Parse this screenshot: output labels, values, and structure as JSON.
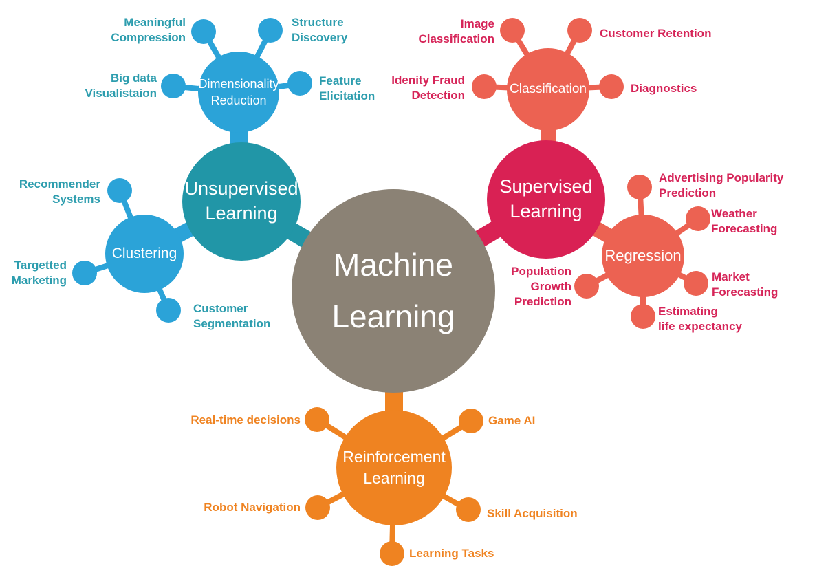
{
  "colors": {
    "center_circle": "#8b8275",
    "unsupervised_teal": "#2196a7",
    "sub_blue": "#2ba3d8",
    "supervised_crimson": "#d92154",
    "sub_coral": "#ec6252",
    "reinforcement_orange": "#ef8321",
    "background": "#ffffff",
    "node_text": "#ffffff"
  },
  "center": {
    "label": "Machine\nLearning"
  },
  "unsupervised": {
    "label": "Unsupervised\nLearning",
    "dimensionality_reduction": {
      "label": "Dimensionality\nReduction",
      "satellites": {
        "meaningful_compression": "Meaningful\nCompression",
        "structure_discovery": "Structure\nDiscovery",
        "big_data_visualisation": "Big data\nVisualistaion",
        "feature_elicitation": "Feature\nElicitation"
      }
    },
    "clustering": {
      "label": "Clustering",
      "satellites": {
        "recommender_systems": "Recommender\nSystems",
        "targetted_marketing": "Targetted\nMarketing",
        "customer_segmentation": "Customer\nSegmentation"
      }
    }
  },
  "supervised": {
    "label": "Supervised\nLearning",
    "classification": {
      "label": "Classification",
      "satellites": {
        "image_classification": "Image\nClassification",
        "customer_retention": "Customer Retention",
        "identity_fraud_detection": "Idenity Fraud\nDetection",
        "diagnostics": "Diagnostics"
      }
    },
    "regression": {
      "label": "Regression",
      "satellites": {
        "advertising_popularity_prediction": "Advertising Popularity\nPrediction",
        "weather_forecasting": "Weather\nForecasting",
        "market_forecasting": "Market\nForecasting",
        "estimating_life_expectancy": "Estimating\nlife expectancy",
        "population_growth_prediction": "Population\nGrowth\nPrediction"
      }
    }
  },
  "reinforcement": {
    "label": "Reinforcement\nLearning",
    "satellites": {
      "real_time_decisions": "Real-time decisions",
      "game_ai": "Game AI",
      "robot_navigation": "Robot Navigation",
      "skill_acquisition": "Skill Acquisition",
      "learning_tasks": "Learning Tasks"
    }
  }
}
